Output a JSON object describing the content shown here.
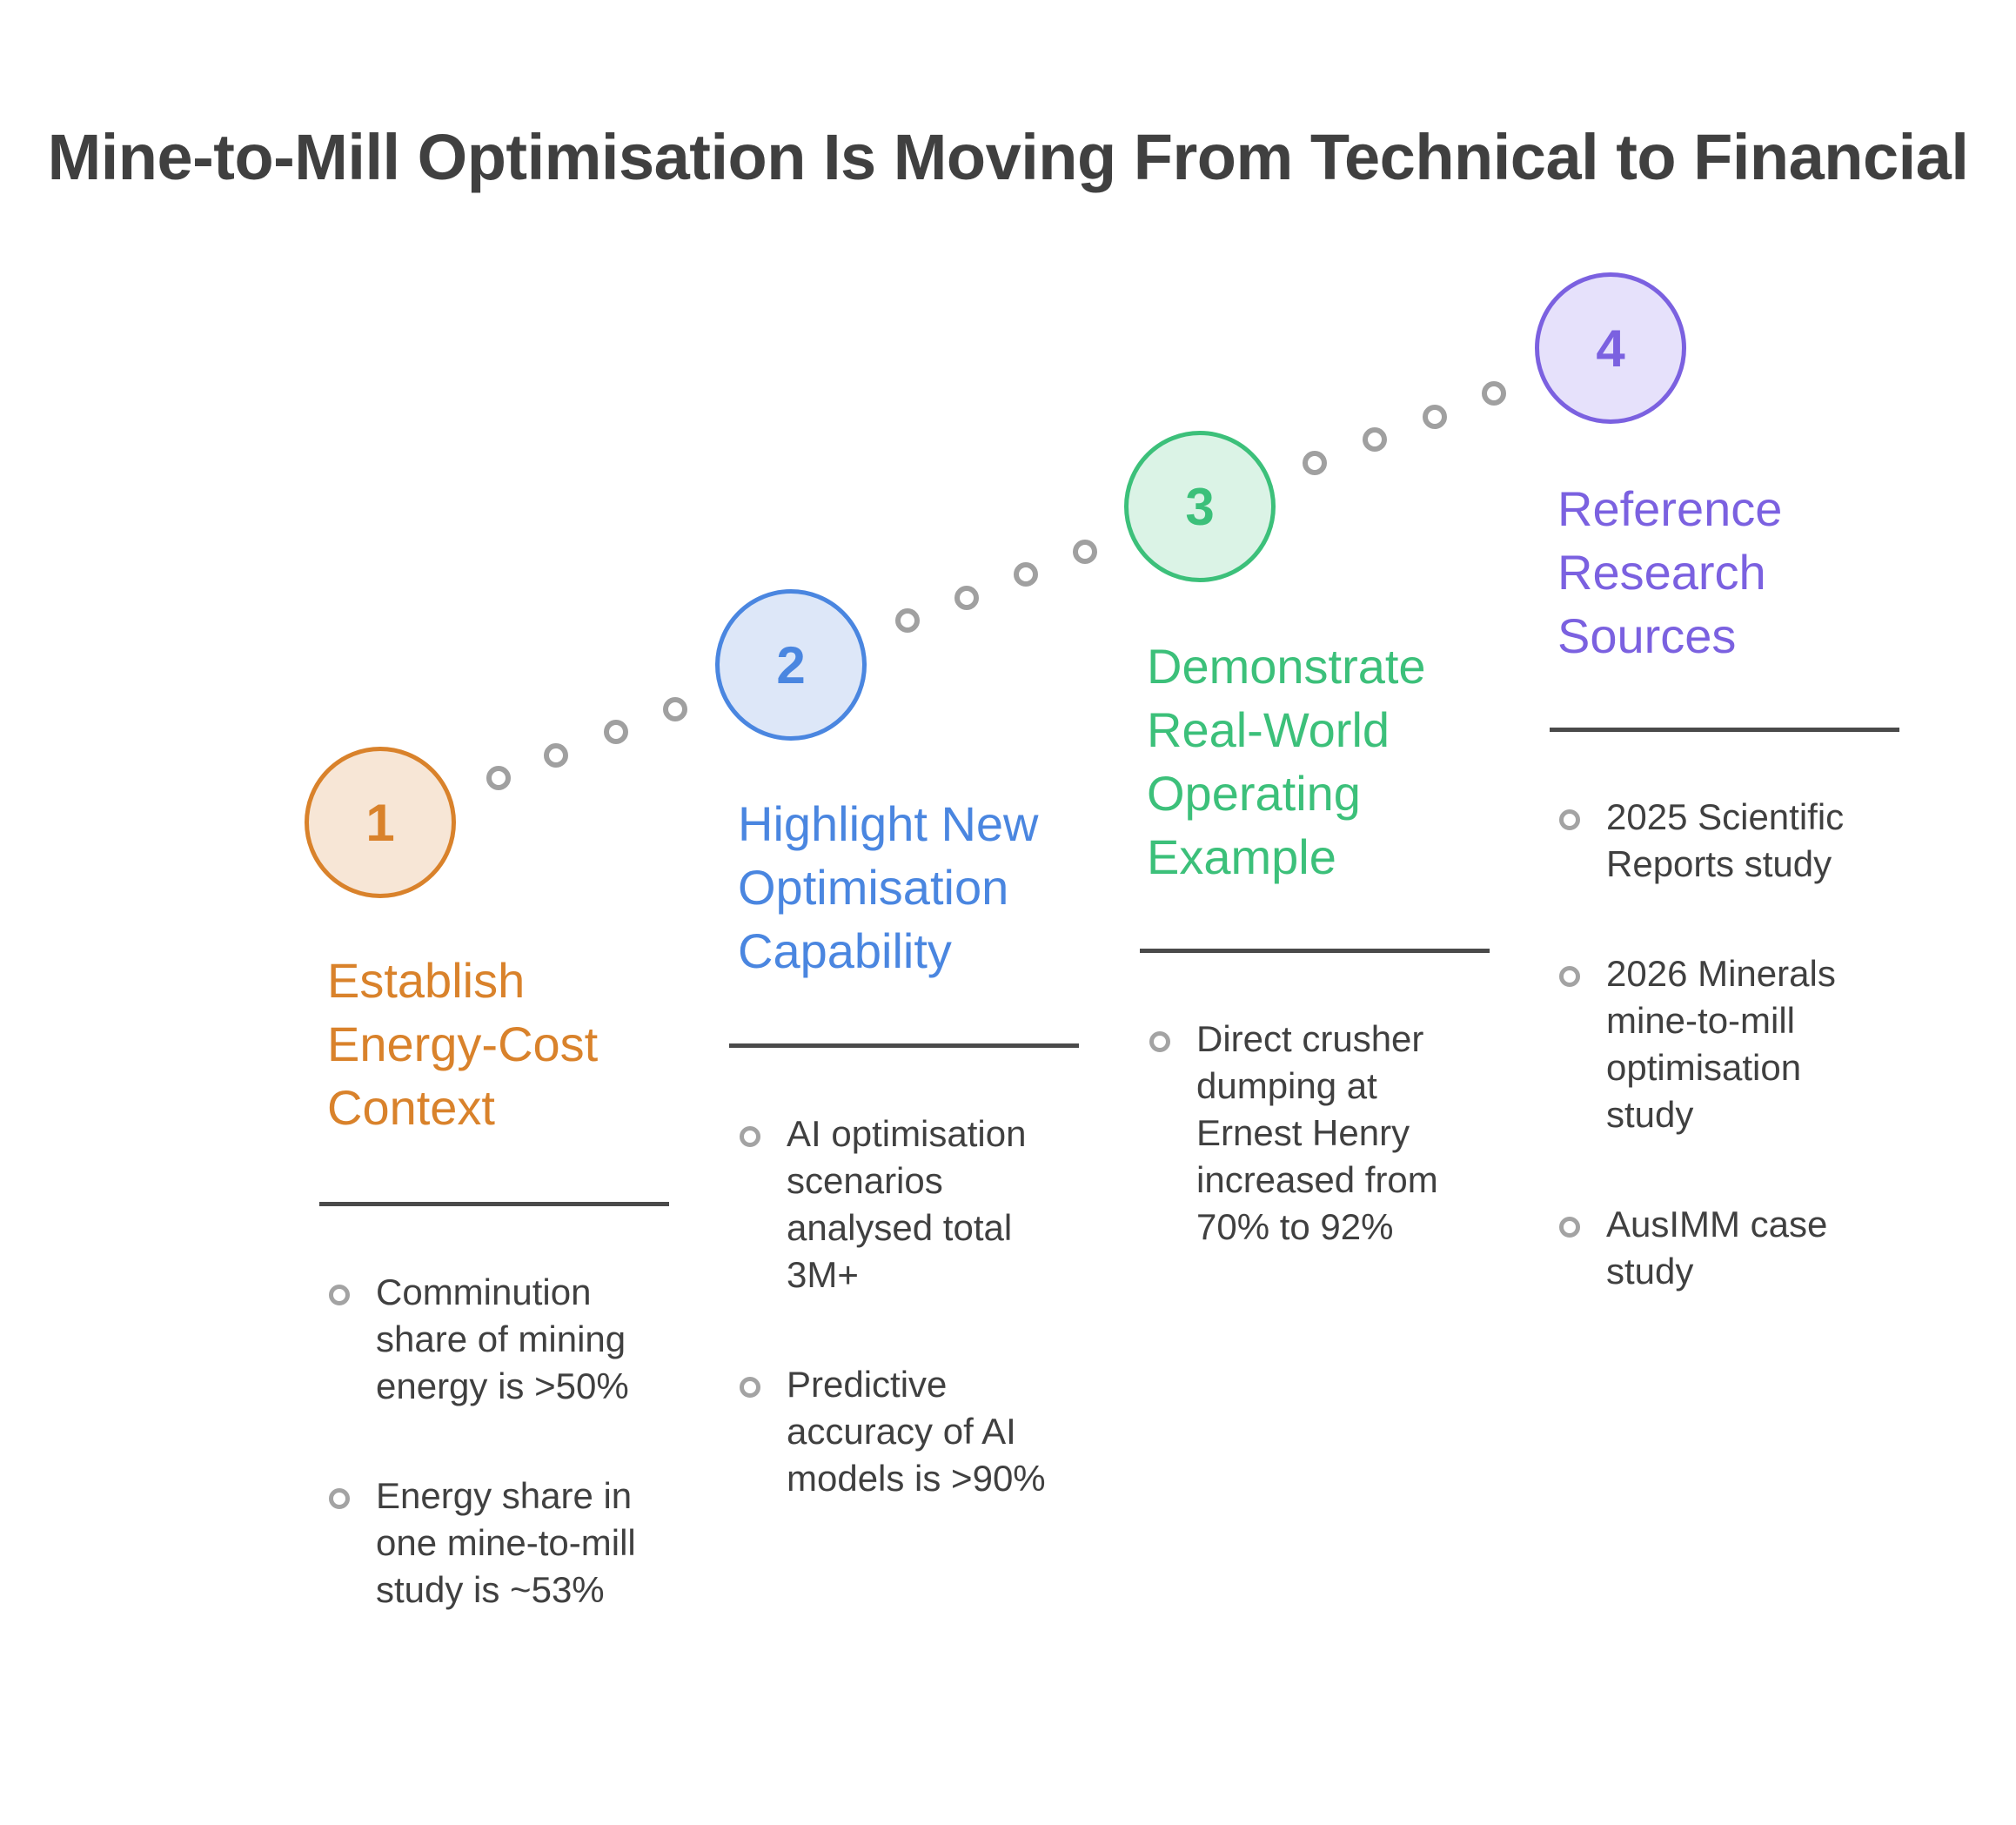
{
  "title": "Mine-to-Mill Optimisation Is Moving From Technical to Financial",
  "steps": [
    {
      "number": "1",
      "heading": "Establish Energy-Cost Context",
      "color": "#D9822B",
      "fill": "#F7E6D6",
      "bullets": [
        "Comminution share of mining energy is >50%",
        "Energy share in one mine-to-mill study is ~53%"
      ]
    },
    {
      "number": "2",
      "heading": "Highlight New Optimisation Capability",
      "color": "#4A86E0",
      "fill": "#DDE7F8",
      "bullets": [
        "AI optimisation scenarios analysed total 3M+",
        "Predictive accuracy of AI models is >90%"
      ]
    },
    {
      "number": "3",
      "heading": "Demonstrate Real-World Operating Example",
      "color": "#3CC07A",
      "fill": "#DBF3E6",
      "bullets": [
        "Direct crusher dumping at Ernest Henry increased from 70% to 92%"
      ]
    },
    {
      "number": "4",
      "heading": "Reference Research Sources",
      "color": "#7B61E0",
      "fill": "#E6E1FB",
      "bullets": [
        "2025 Scientific Reports study",
        "2026 Minerals mine-to-mill optimisation study",
        "AusIMM case study"
      ]
    }
  ]
}
